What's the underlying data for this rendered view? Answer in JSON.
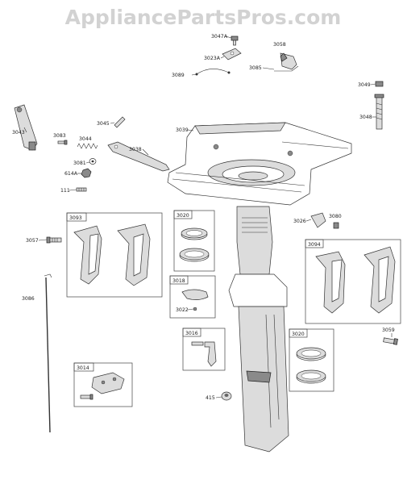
{
  "watermark": "AppliancePartsPros.com",
  "callouts": {
    "p3047A": "3047A",
    "p3058": "3058",
    "p3023A": "3023A",
    "p3085": "3085",
    "p3089": "3089",
    "p3049": "3049",
    "p3048": "3048",
    "p3043": "3043",
    "p3045": "3045",
    "p3039": "3039",
    "p3083": "3083",
    "p3044": "3044",
    "p3038": "3038",
    "p3081": "3081",
    "p614A": "614A",
    "p111": "111",
    "p3093": "3093",
    "p3020a": "3020",
    "p3026": "3026",
    "p3080": "3080",
    "p3057": "3057",
    "p3094": "3094",
    "p3086": "3086",
    "p3018": "3018",
    "p3022": "3022",
    "p3016": "3016",
    "p3059": "3059",
    "p3014": "3014",
    "p3020b": "3020",
    "p415": "415"
  }
}
